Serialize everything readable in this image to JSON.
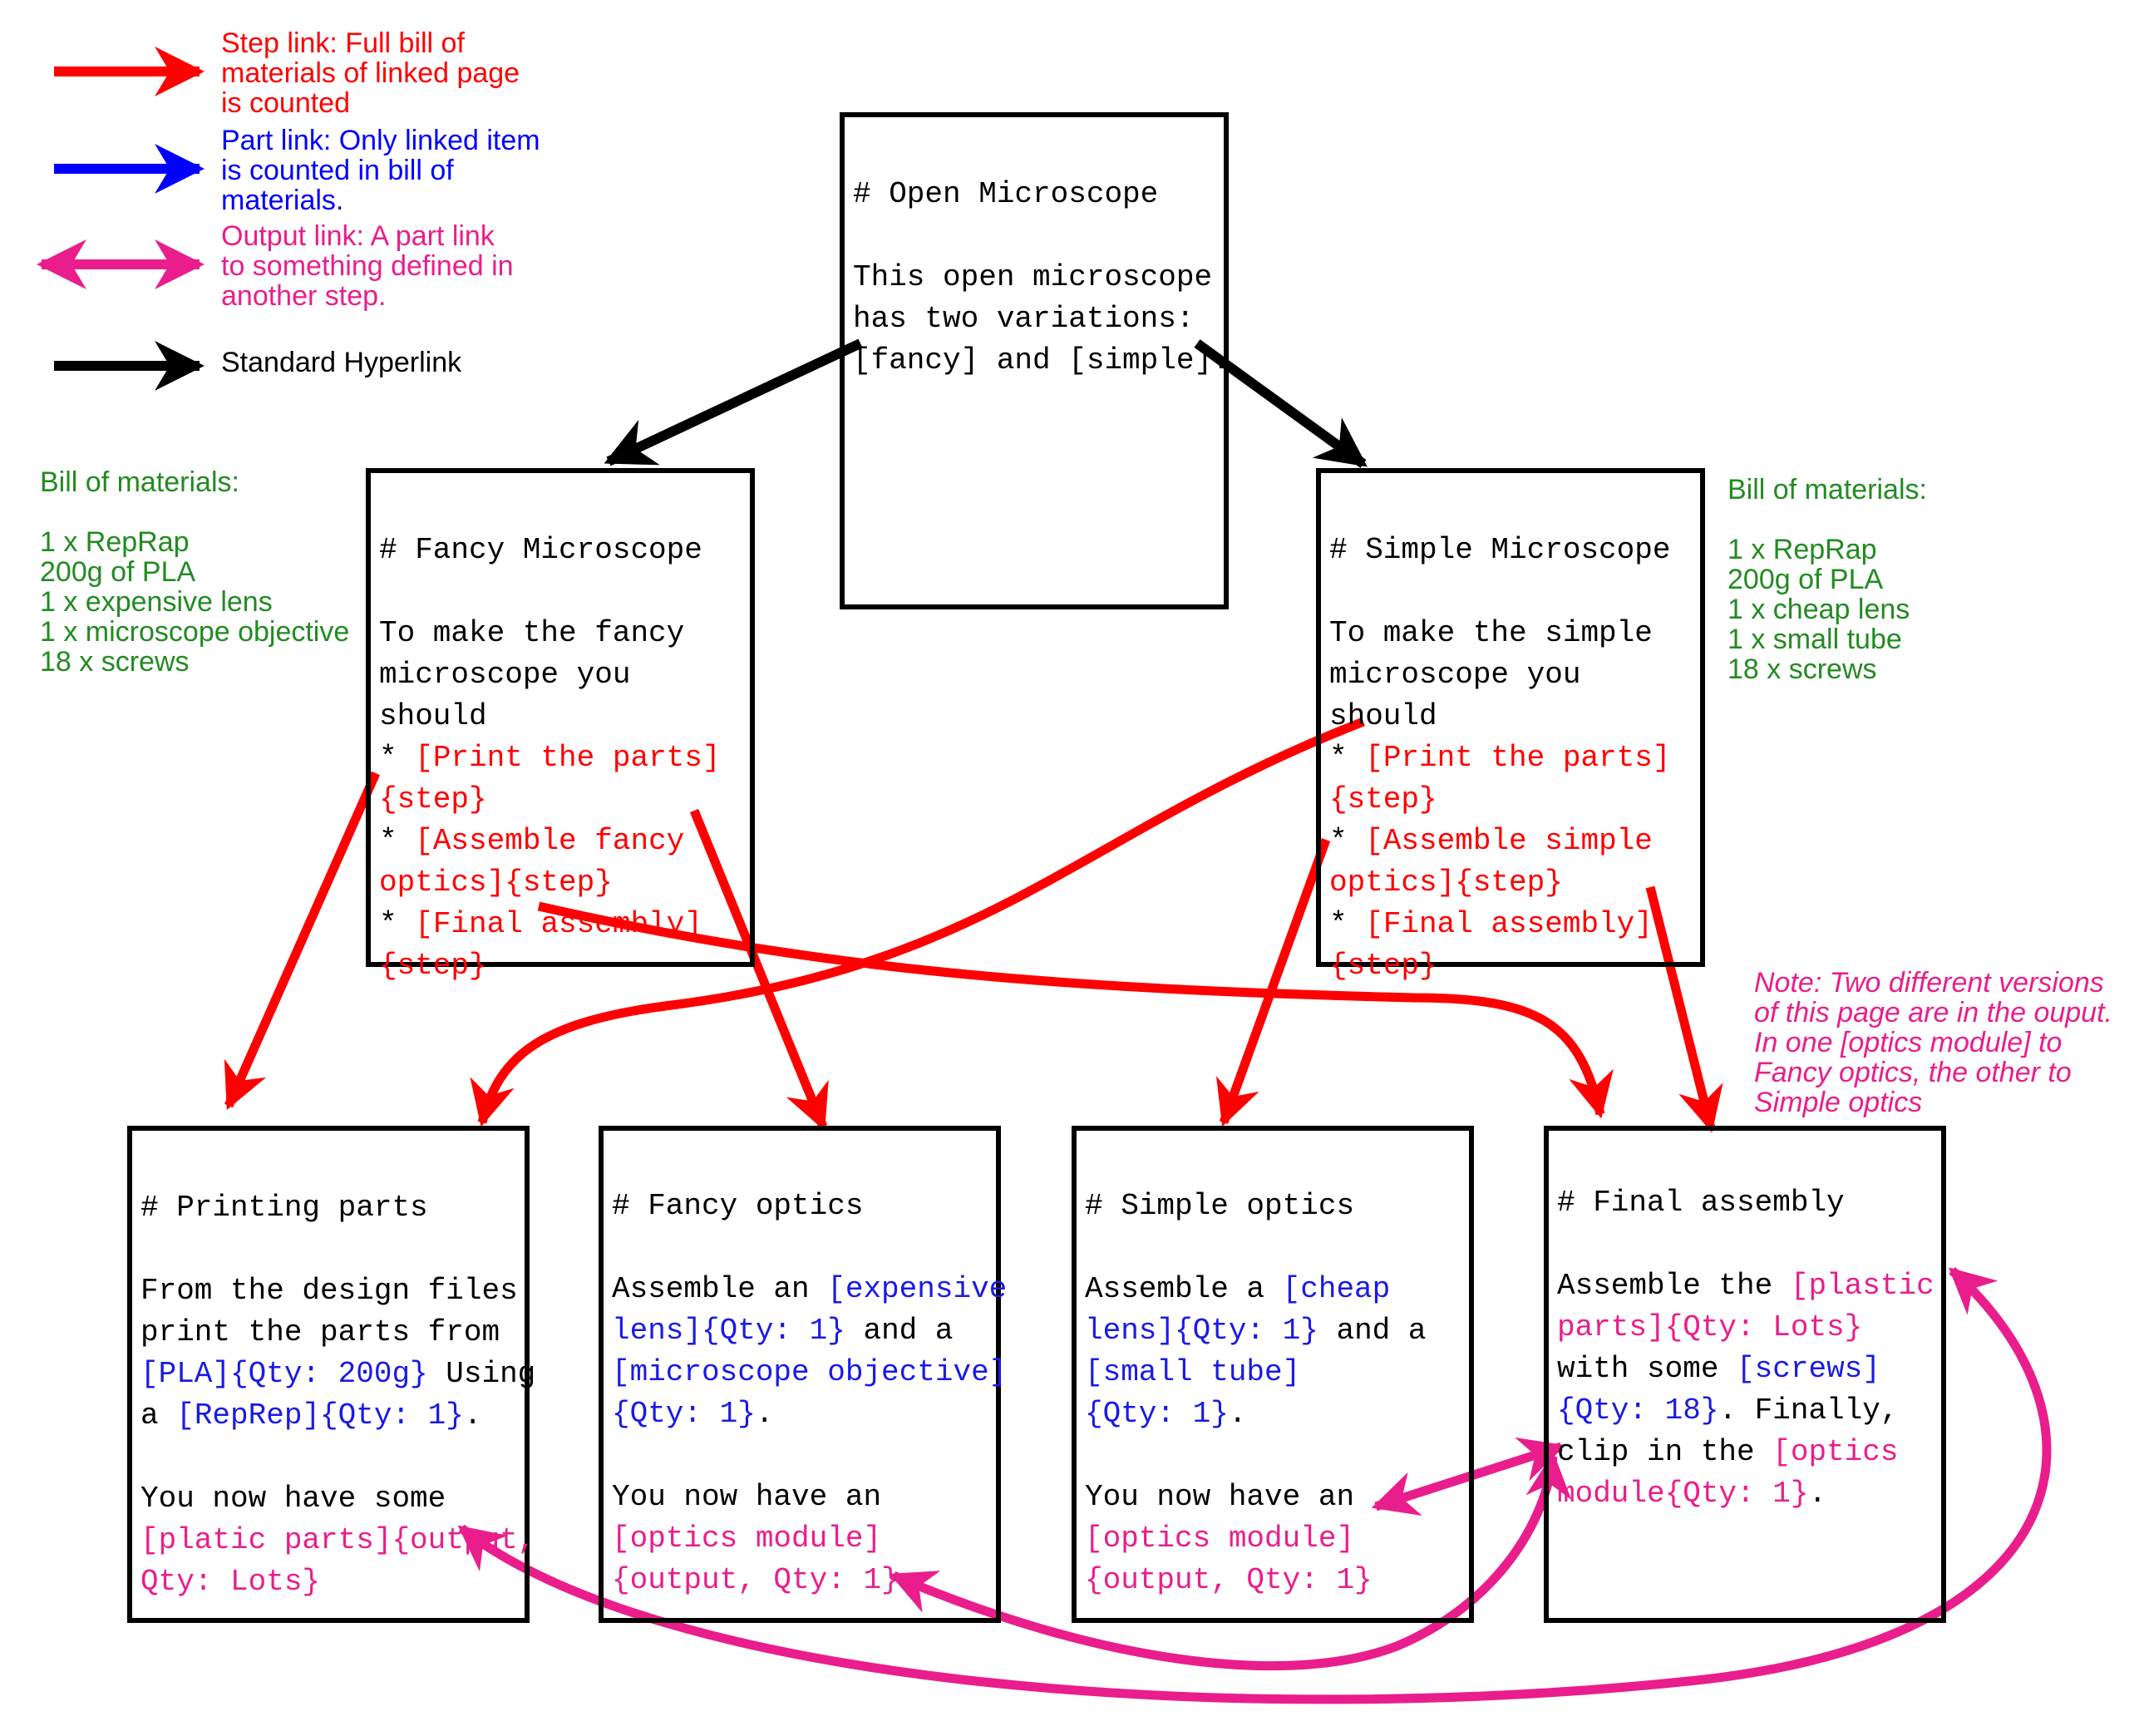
{
  "colors": {
    "step": "#ff0000",
    "part": "#0000ff",
    "output": "#e91e8c",
    "hyperlink": "#000000",
    "bom": "#228b22"
  },
  "legend": {
    "step": "Step link: Full bill of\nmaterials of linked page\nis counted",
    "part": "Part link: Only linked item\nis counted in bill of\nmaterials.",
    "output": "Output link: A part link\nto something defined in\nanother step.",
    "hyperlink": "Standard Hyperlink"
  },
  "bom_fancy": "Bill of materials:\n\n1 x RepRap\n200g of PLA\n1 x expensive lens\n1 x microscope objective\n18 x screws",
  "bom_simple": "Bill of materials:\n\n1 x RepRap\n200g of PLA\n1 x cheap lens\n1 x small tube\n18 x screws",
  "note": "Note: Two different versions\nof this page are in the ouput.\nIn one [optics module] to\nFancy optics, the other to\nSimple optics",
  "open": {
    "title": "# Open Microscope",
    "l1": "This open microscope",
    "l2": "has two variations:",
    "l3": "[fancy] and [simple]."
  },
  "fancy": {
    "title": "# Fancy Microscope",
    "l1": "To make the fancy",
    "l2": "microscope you",
    "l3": "should",
    "star": "* ",
    "s1a": "[Print the parts]",
    "s1b": "{step}",
    "s2a": "[Assemble fancy",
    "s2b": "optics]{step}",
    "s3a": "[Final assembly]",
    "s3b": "{step}"
  },
  "simple": {
    "title": "# Simple Microscope",
    "l1": "To make the simple",
    "l2": "microscope you",
    "l3": "should",
    "star": "* ",
    "s1a": "[Print the parts]",
    "s1b": "{step}",
    "s2a": "[Assemble simple",
    "s2b": "optics]{step}",
    "s3a": "[Final assembly]",
    "s3b": "{step}"
  },
  "printing": {
    "title": "# Printing parts",
    "l1": "From the design files",
    "l2": "print the parts from",
    "pla": "[PLA]{Qty: 200g}",
    "using": " Using",
    "a": "a ",
    "reprap": "[RepRep]{Qty: 1}",
    "dot": ".",
    "have": "You now have some",
    "out1": "[platic parts]{output,",
    "out2": "Qty: Lots}"
  },
  "fancyopt": {
    "title": "# Fancy optics",
    "pre": "Assemble an ",
    "lens1": "[expensive",
    "lens2": "lens]{Qty: 1}",
    "and": " and a",
    "obj1": "[microscope objective]",
    "obj2": "{Qty: 1}",
    "dot": ".",
    "have": "You now have an",
    "out1": "[optics module]",
    "out2": "{output, Qty: 1}"
  },
  "simpleopt": {
    "title": "# Simple optics",
    "pre": "Assemble a ",
    "lens1": "[cheap",
    "lens2": "lens]{Qty: 1}",
    "and": " and a",
    "tube1": "[small tube]",
    "tube2": "{Qty: 1}",
    "dot": ".",
    "have": "You now have an",
    "out1": "[optics module]",
    "out2": "{output, Qty: 1}"
  },
  "final": {
    "title": "# Final assembly",
    "pre": "Assemble the ",
    "pp1": "[plastic",
    "pp2": "parts]{Qty: Lots}",
    "with": "with some ",
    "screws": "[screws]",
    "qty18": "{Qty: 18}",
    "fin": ". Finally,",
    "clip": "clip in the ",
    "om1": "[optics",
    "om2": "module{Qty: 1}",
    "dot": "."
  }
}
